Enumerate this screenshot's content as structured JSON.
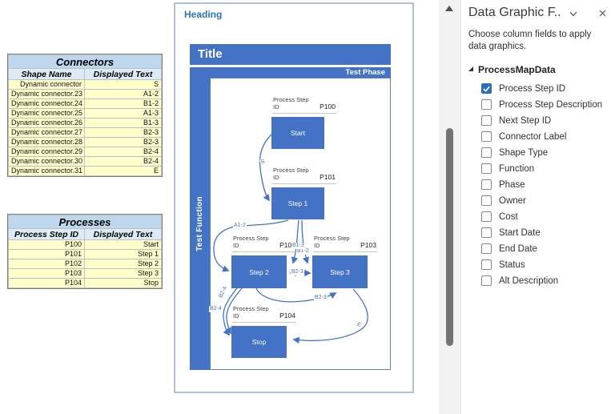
{
  "tables": {
    "connectors": {
      "title": "Connectors",
      "headers": [
        "Shape Name",
        "Displayed Text"
      ],
      "rows": [
        [
          "Dynamic connector",
          "S"
        ],
        [
          "Dynamic connector.23",
          "A1-2"
        ],
        [
          "Dynamic connector.24",
          "B1-2"
        ],
        [
          "Dynamic connector.25",
          "A1-3"
        ],
        [
          "Dynamic connector.26",
          "B1-3"
        ],
        [
          "Dynamic connector.27",
          "B2-3"
        ],
        [
          "Dynamic connector.28",
          "B2-3"
        ],
        [
          "Dynamic connector.29",
          "B2-4"
        ],
        [
          "Dynamic connector.30",
          "B2-4"
        ],
        [
          "Dynamic connector.31",
          "E"
        ]
      ]
    },
    "processes": {
      "title": "Processes",
      "headers": [
        "Process Step ID",
        "Displayed Text"
      ],
      "rows": [
        [
          "P100",
          "Start"
        ],
        [
          "P101",
          "Step 1"
        ],
        [
          "P102",
          "Step 2"
        ],
        [
          "P103",
          "Step 3"
        ],
        [
          "P104",
          "Stop"
        ]
      ]
    }
  },
  "page": {
    "heading": "Heading",
    "diagram": {
      "title": "Title",
      "phase_label": "Test Phase",
      "function_label": "Test Function",
      "callout_field_label": "Process Step ID",
      "shapes": [
        {
          "id": "P100",
          "label": "Start"
        },
        {
          "id": "P101",
          "label": "Step 1"
        },
        {
          "id": "P102",
          "label": "Step 2"
        },
        {
          "id": "P103",
          "label": "Step 3"
        },
        {
          "id": "P104",
          "label": "Stop"
        }
      ],
      "connector_labels": {
        "s": "S",
        "a12": "A1-2",
        "b12": "B1-2",
        "b13": "B1-3",
        "b23_mid": "B2-3",
        "b23_low": "B2-3",
        "b24": "B2-4",
        "b24_b": "B2-4",
        "e": "E"
      }
    }
  },
  "panel": {
    "title": "Data Graphic F..",
    "description": "Choose column fields to apply data graphics.",
    "tree_root": "ProcessMapData",
    "fields": [
      {
        "label": "Process Step ID",
        "checked": true
      },
      {
        "label": "Process Step Description",
        "checked": false
      },
      {
        "label": "Next Step ID",
        "checked": false
      },
      {
        "label": "Connector Label",
        "checked": false
      },
      {
        "label": "Shape Type",
        "checked": false
      },
      {
        "label": "Function",
        "checked": false
      },
      {
        "label": "Phase",
        "checked": false
      },
      {
        "label": "Owner",
        "checked": false
      },
      {
        "label": "Cost",
        "checked": false
      },
      {
        "label": "Start Date",
        "checked": false
      },
      {
        "label": "End Date",
        "checked": false
      },
      {
        "label": "Status",
        "checked": false
      },
      {
        "label": "Alt Description",
        "checked": false
      }
    ]
  },
  "colors": {
    "shape_blue": "#4472C4",
    "table_title_bg": "#BDD7EE",
    "table_header_bg": "#DDEBF7",
    "table_row_bg": "#FFFFCC",
    "checked_blue": "#2B6FBC",
    "heading_blue": "#2E74B5",
    "page_border": "#ADC1E0"
  }
}
